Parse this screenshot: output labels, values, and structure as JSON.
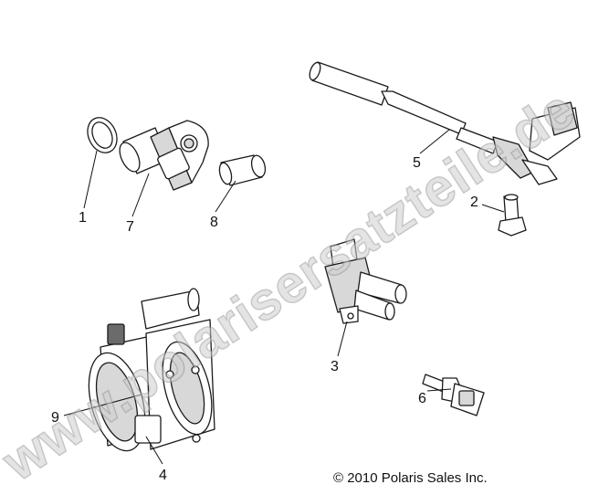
{
  "watermark": "www.polarisersatzteile.de",
  "copyright": "© 2010 Polaris Sales Inc.",
  "callouts": [
    "1",
    "2",
    "3",
    "4",
    "5",
    "6",
    "7",
    "8",
    "9"
  ],
  "colors": {
    "linework": "#1a1a1a",
    "background": "#ffffff",
    "watermark": "#cfcfcf"
  }
}
